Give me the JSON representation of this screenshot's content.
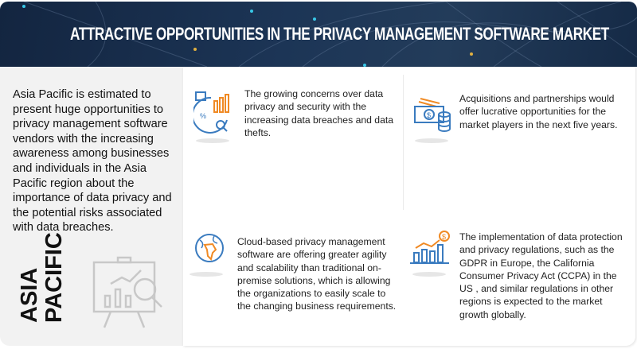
{
  "header": {
    "title": "ATTRACTIVE OPPORTUNITIES IN THE PRIVACY MANAGEMENT SOFTWARE MARKET"
  },
  "left": {
    "description": "Asia Pacific is estimated to present huge opportunities to privacy management software vendors with the  increasing awareness among businesses and individuals in the Asia Pacific region about the importance of data privacy and the potential risks associated with data breaches.",
    "region_line1": "ASIA",
    "region_line2": "PACIFIC"
  },
  "opportunities": [
    {
      "icon": "analytics-chart-icon",
      "text": "The growing concerns over data privacy and security with the increasing data breaches and data thefts."
    },
    {
      "icon": "money-coins-icon",
      "text": "Acquisitions and partnerships would offer lucrative opportunities for the market players in the next five years."
    },
    {
      "icon": "globe-icon",
      "text": "Cloud-based privacy management software  are offering greater agility and scalability than traditional on-premise solutions, which is allowing the organizations to easily scale to the changing business requirements."
    },
    {
      "icon": "growth-chart-icon",
      "text": "The implementation of data protection and privacy regulations, such as the GDPR in Europe, the California Consumer Privacy Act (CCPA) in the US , and similar regulations in other regions is expected to the market growth globally."
    }
  ],
  "colors": {
    "header": "#1c3556",
    "accent_blue": "#3a7bbf",
    "accent_orange": "#f08a24",
    "panel": "#f2f2f2"
  }
}
